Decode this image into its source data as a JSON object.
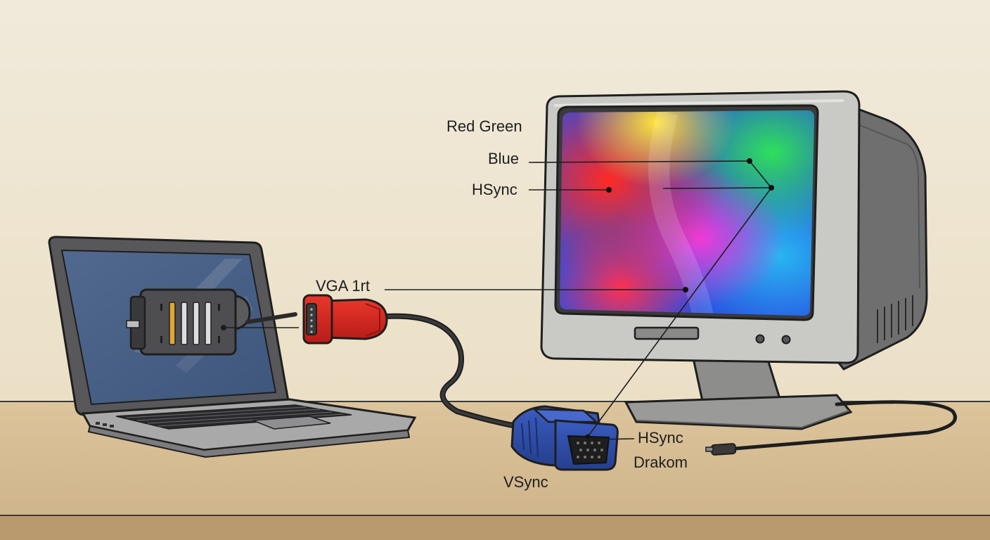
{
  "labels": {
    "red_green": "Red Green",
    "blue": "Blue",
    "hsync_top": "HSync",
    "vga_port": "VGA 1rt",
    "hsync_bottom": "HSync",
    "drakom": "Drakom",
    "vsync": "VSync"
  },
  "colors": {
    "wall": "#efe7d2",
    "desk": "#d8bf96",
    "desk_edge": "#b89769",
    "red_connector": "#d42a23",
    "blue_connector": "#2f4fa8",
    "monitor_body": "#c9c9c6",
    "laptop_body": "#5f5f62",
    "laptop_screen": "#4a6288"
  },
  "icons": {
    "laptop": "laptop-icon",
    "monitor": "crt-monitor-icon",
    "red_connector": "vga-male-connector-icon",
    "blue_connector": "vga-female-connector-icon"
  }
}
